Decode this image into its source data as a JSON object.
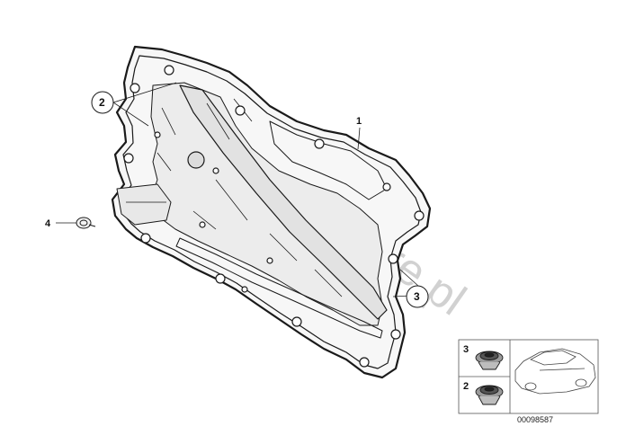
{
  "diagram": {
    "callouts": {
      "part_1": "1",
      "part_2": "2",
      "part_3": "3",
      "part_4": "4"
    },
    "inset": {
      "label_top": "3",
      "label_bottom": "2"
    },
    "drawing_code": "00098587",
    "watermark": "www.BMWstore.pl"
  }
}
